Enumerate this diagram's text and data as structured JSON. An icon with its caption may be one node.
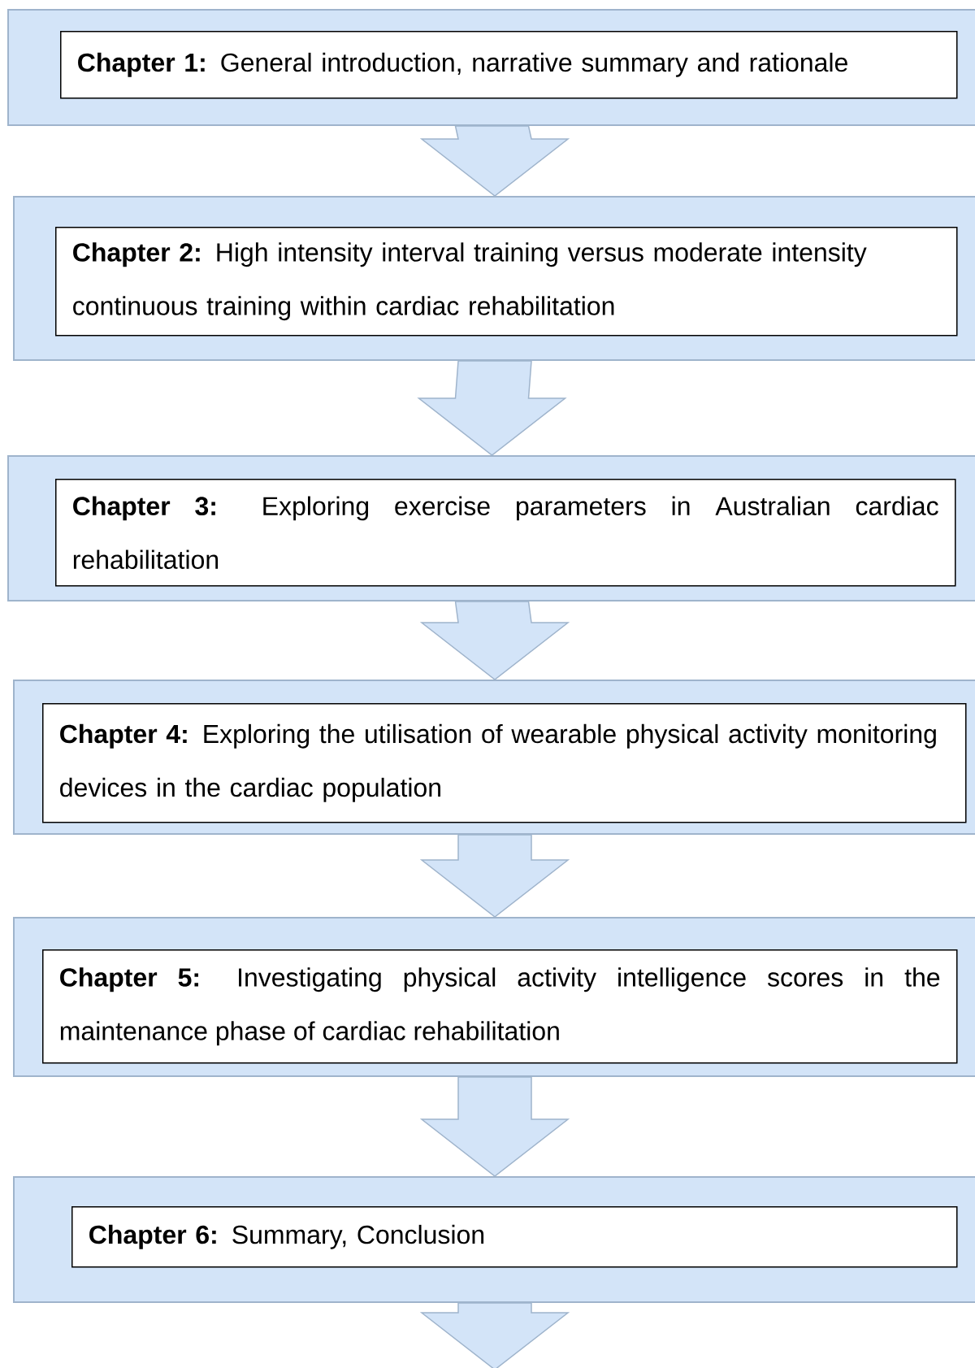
{
  "diagram": {
    "nodes": [
      {
        "text": [],
        "shape": "box"
      },
      {
        "text": [
          "**Chapter 1:** General introduction, narrative summary and rationale"
        ],
        "in": 0
      },
      {
        "text": [],
        "shape": "box"
      },
      {
        "text": [
          "**Chapter 2:** High intensity interval training versus moderate intensity continuous training within cardiac rehabilitation"
        ],
        "in": 2
      },
      {
        "text": [],
        "shape": "box"
      },
      {
        "text": [
          "**Chapter 3:** Exploring exercise parameters in Australian cardiac rehabilitation"
        ],
        "in": 4
      },
      {
        "text": [],
        "shape": "box"
      },
      {
        "text": [
          "**Chapter 4:** Exploring the utilisation of wearable physical activity monitoring devices in the cardiac population"
        ],
        "in": 6
      },
      {
        "text": [],
        "shape": "box"
      },
      {
        "text": [
          "**Chapter 5:** Investigating physical activity intelligence scores in the maintenance phase of cardiac rehabilitation"
        ],
        "in": 8
      },
      {
        "text": [],
        "shape": "box"
      },
      {
        "text": [
          "**Chapter 6:** Summary, Conclusion"
        ],
        "in": 10
      }
    ],
    "edges": [
      {
        "from": 0,
        "to": 2,
        "arrow": "to"
      },
      {
        "from": 2,
        "to": 4,
        "arrow": "to"
      },
      {
        "from": 4,
        "to": 6,
        "arrow": "to"
      },
      {
        "from": 6,
        "to": 8,
        "arrow": "to"
      },
      {
        "from": 8,
        "to": 10,
        "arrow": "to"
      },
      {
        "from": 10,
        "to": null,
        "arrow": "to"
      }
    ]
  }
}
